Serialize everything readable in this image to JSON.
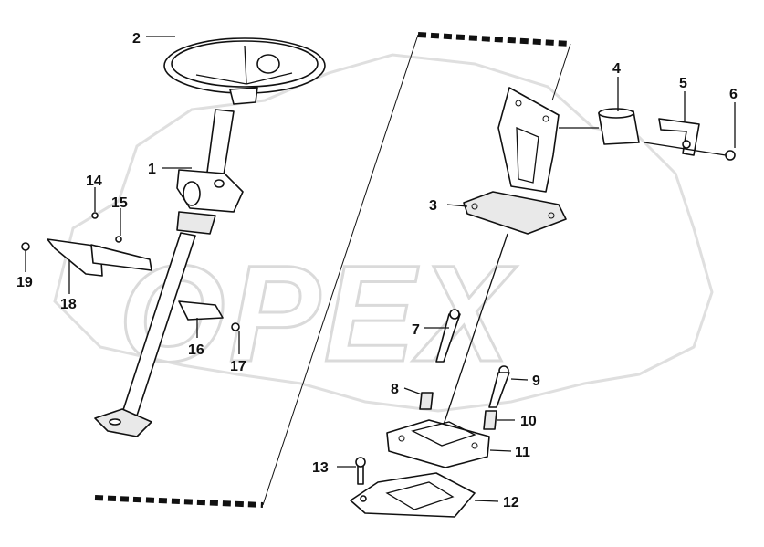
{
  "watermark": "OPEX",
  "callouts": [
    {
      "id": "1",
      "label": "1"
    },
    {
      "id": "2",
      "label": "2"
    },
    {
      "id": "3",
      "label": "3"
    },
    {
      "id": "4",
      "label": "4"
    },
    {
      "id": "5",
      "label": "5"
    },
    {
      "id": "6",
      "label": "6"
    },
    {
      "id": "7",
      "label": "7"
    },
    {
      "id": "8",
      "label": "8"
    },
    {
      "id": "9",
      "label": "9"
    },
    {
      "id": "10",
      "label": "10"
    },
    {
      "id": "11",
      "label": "11"
    },
    {
      "id": "12",
      "label": "12"
    },
    {
      "id": "13",
      "label": "13"
    },
    {
      "id": "14",
      "label": "14"
    },
    {
      "id": "15",
      "label": "15"
    },
    {
      "id": "16",
      "label": "16"
    },
    {
      "id": "17",
      "label": "17"
    },
    {
      "id": "18",
      "label": "18"
    },
    {
      "id": "19",
      "label": "19"
    }
  ]
}
